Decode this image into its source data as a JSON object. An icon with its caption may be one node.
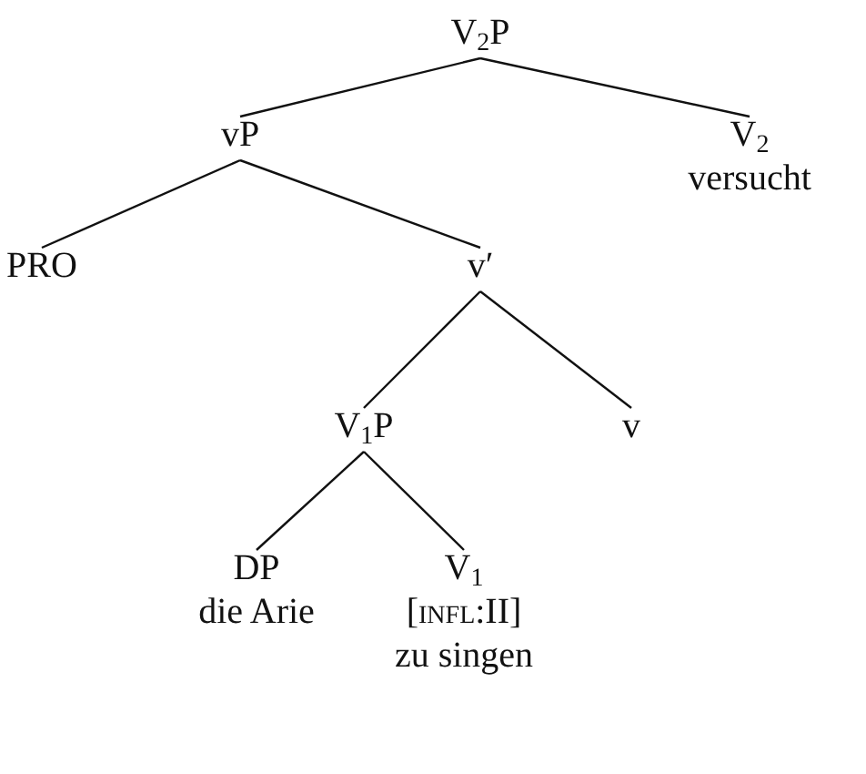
{
  "diagram": {
    "nodes": [
      {
        "text": [
          "V$_{2}$P"
        ]
      },
      {
        "text": [
          "vP"
        ]
      },
      {
        "text": [
          "V$_{2}$",
          "versucht"
        ]
      },
      {
        "text": [
          "PRO"
        ]
      },
      {
        "text": [
          "v′"
        ]
      },
      {
        "text": [
          "V$_{1}$P"
        ]
      },
      {
        "text": [
          "v"
        ]
      },
      {
        "text": [
          "DP",
          "die Arie"
        ]
      },
      {
        "text": [
          "V$_{1}$",
          "[infl:II]",
          "zu singen"
        ]
      }
    ],
    "edges": [
      {
        "from": 0,
        "to": 1,
        "arrow": "none"
      },
      {
        "from": 0,
        "to": 2,
        "arrow": "none"
      },
      {
        "from": 1,
        "to": 3,
        "arrow": "none"
      },
      {
        "from": 1,
        "to": 4,
        "arrow": "none"
      },
      {
        "from": 4,
        "to": 5,
        "arrow": "none"
      },
      {
        "from": 4,
        "to": 6,
        "arrow": "none"
      },
      {
        "from": 5,
        "to": 7,
        "arrow": "none"
      },
      {
        "from": 5,
        "to": 8,
        "arrow": "none"
      }
    ]
  }
}
